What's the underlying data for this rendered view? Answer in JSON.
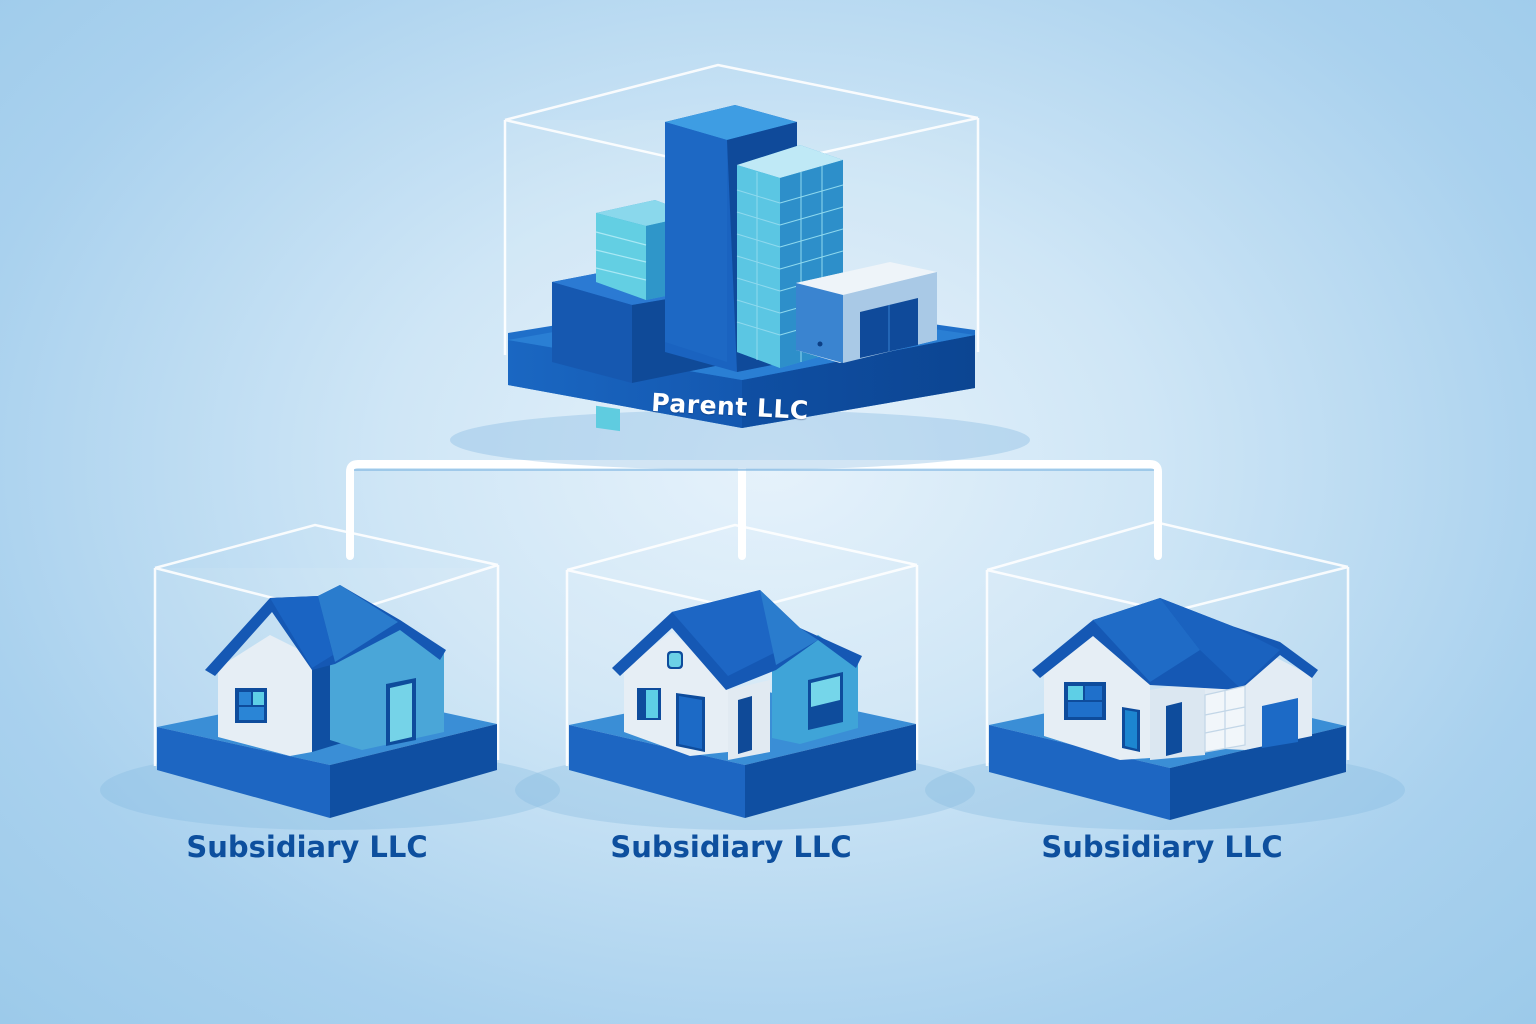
{
  "diagram": {
    "type": "org-hierarchy",
    "colors": {
      "background": "#a9d1ee",
      "primary_blue": "#1560bd",
      "dark_blue": "#0d4a9a",
      "light_cyan": "#63cfe3",
      "label_text_dark": "#0d4f9e",
      "label_text_light": "#ffffff",
      "connector": "#ffffff"
    },
    "parent": {
      "label": "Parent LLC",
      "icon": "office-buildings-icon"
    },
    "children": [
      {
        "label": "Subsidiary LLC",
        "icon": "house-icon"
      },
      {
        "label": "Subsidiary LLC",
        "icon": "house-icon"
      },
      {
        "label": "Subsidiary LLC",
        "icon": "house-with-garage-icon"
      }
    ],
    "connector": "tree-bracket-connector"
  }
}
